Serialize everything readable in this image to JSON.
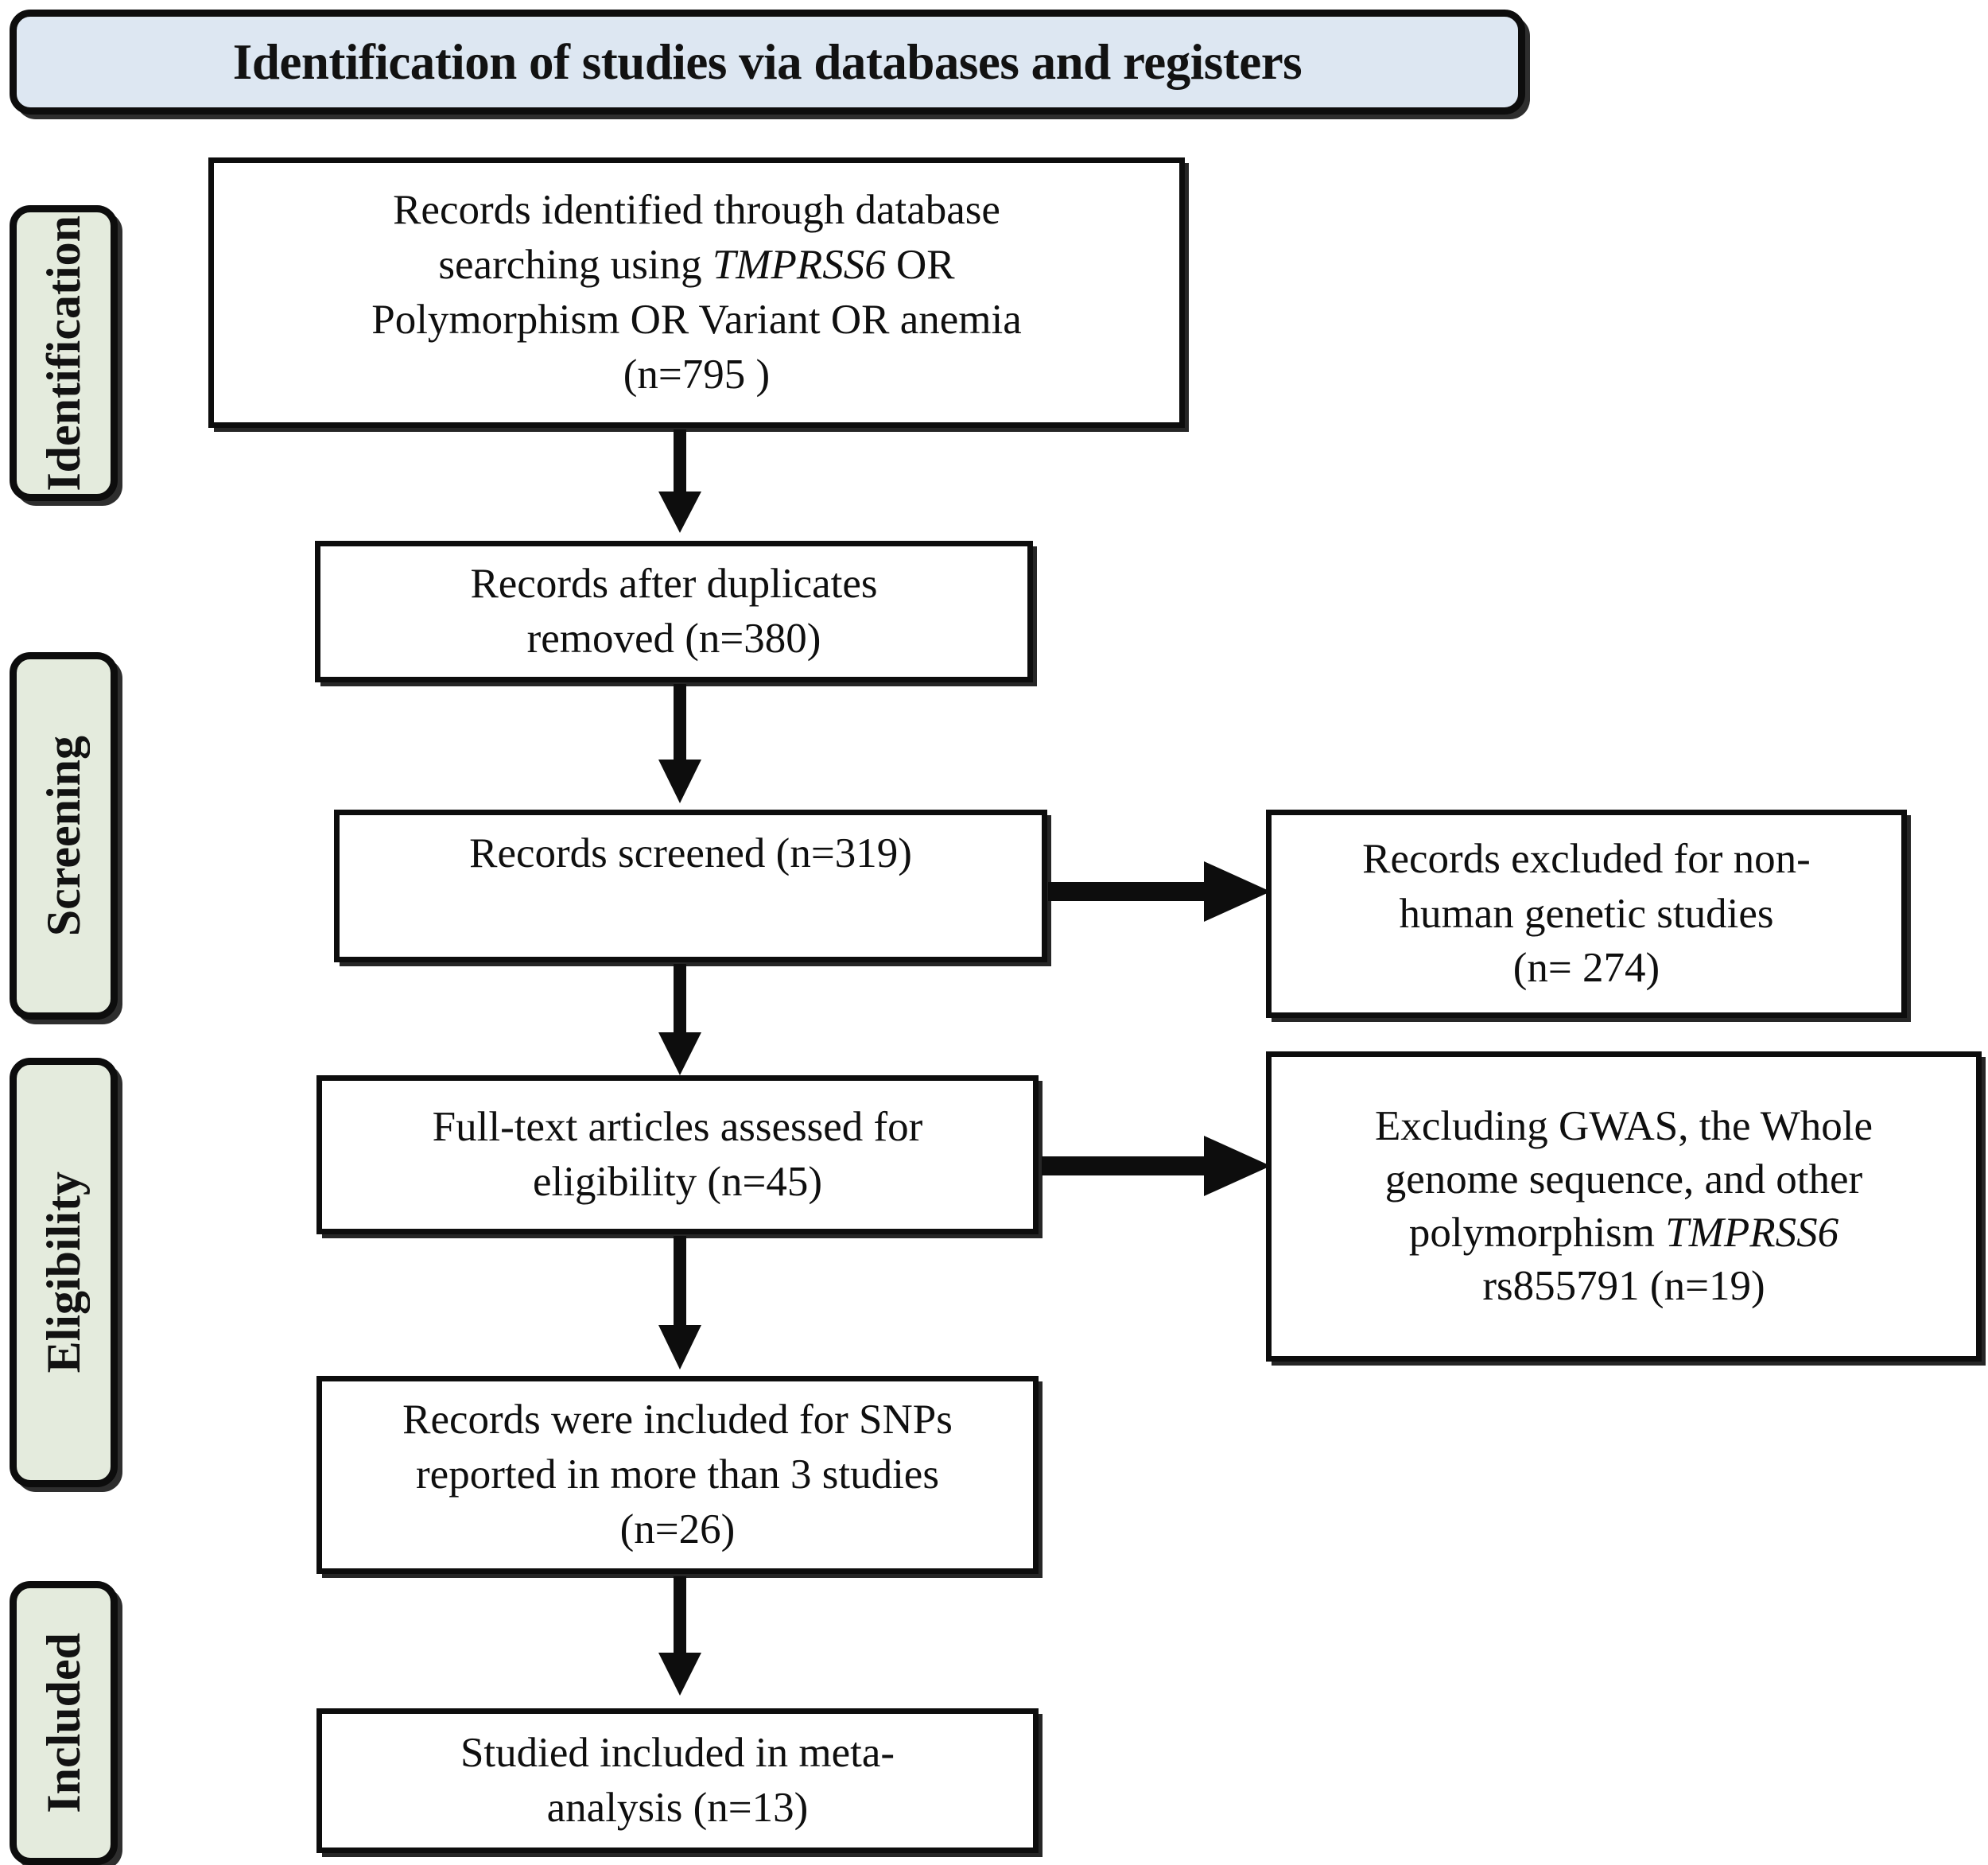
{
  "header": {
    "title": "Identification of studies via databases and registers",
    "background_color": "#dde7f2",
    "border_color": "#0d0d0d"
  },
  "stages": {
    "background_color": "#e4ebdd",
    "items": [
      {
        "id": "identification",
        "label": "Identification"
      },
      {
        "id": "screening",
        "label": "Screening"
      },
      {
        "id": "eligibility",
        "label": "Eligibility"
      },
      {
        "id": "included",
        "label": "Included"
      }
    ]
  },
  "flow": {
    "identified": {
      "line1": "Records identified through database",
      "line2_pre": "searching using ",
      "line2_italic": "TMPRSS6",
      "line2_post": " OR",
      "line3": "Polymorphism OR Variant OR anemia",
      "line4": "(n=795 )",
      "n": 795
    },
    "dedup": {
      "line1": "Records after duplicates",
      "line2": "removed (n=380)",
      "n": 380
    },
    "screened": {
      "line1": "Records screened (n=319)",
      "n": 319
    },
    "fulltext": {
      "line1": "Full-text articles assessed for",
      "line2": "eligibility (n=45)",
      "n": 45
    },
    "snps": {
      "line1": "Records were included for SNPs",
      "line2": "reported in more than 3 studies",
      "line3": "(n=26)",
      "n": 26
    },
    "meta": {
      "line1": "Studied included in meta-",
      "line2": "analysis (n=13)",
      "n": 13
    },
    "excluded_nonhuman": {
      "line1": "Records excluded for non-",
      "line2": "human genetic studies",
      "line3": "(n= 274)",
      "n": 274
    },
    "excluded_gwas": {
      "line1": "Excluding GWAS, the Whole",
      "line2": "genome sequence, and other",
      "line3_pre": "polymorphism ",
      "line3_italic": "TMPRSS6",
      "line4": "rs855791  (n=19)",
      "n": 19
    }
  },
  "arrows": {
    "down_label": "down-arrow",
    "right_label": "right-arrow",
    "color": "#0d0d0d"
  }
}
